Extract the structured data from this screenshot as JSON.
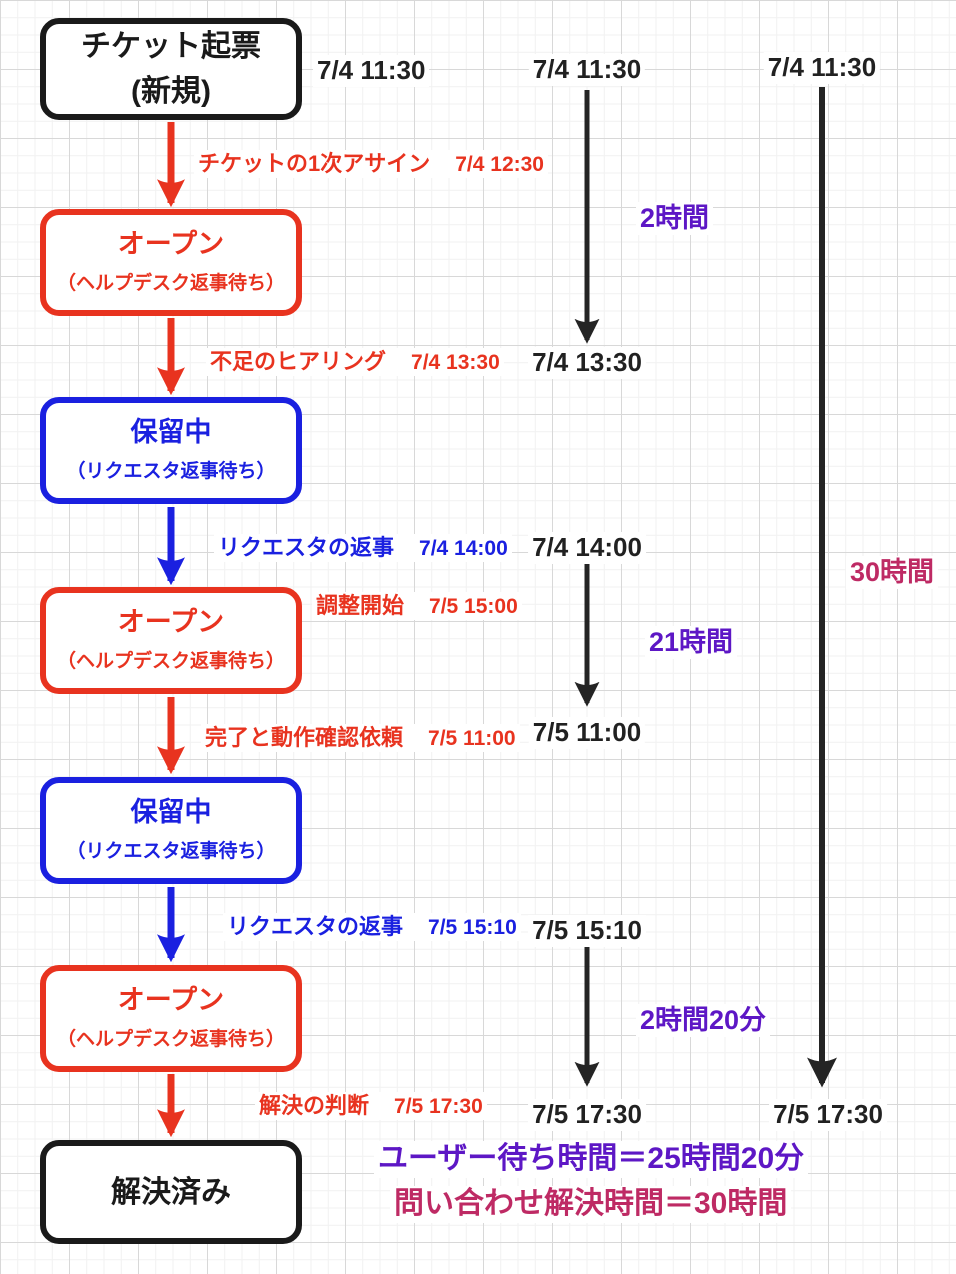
{
  "colors": {
    "red": "#E8331F",
    "blue": "#1A20E0",
    "black": "#1A1A1A",
    "purple": "#5D17C5",
    "magenta": "#BE2A64"
  },
  "flowchart": {
    "start_time_label": "7/4 11:30",
    "nodes": [
      {
        "title": "チケット起票",
        "subtitle": "(新規)",
        "variant": "black"
      },
      {
        "title": "オープン",
        "subtitle": "（ヘルプデスク返事待ち）",
        "variant": "red"
      },
      {
        "title": "保留中",
        "subtitle": "（リクエスタ返事待ち）",
        "variant": "blue"
      },
      {
        "title": "オープン",
        "subtitle": "（ヘルプデスク返事待ち）",
        "variant": "red"
      },
      {
        "title": "保留中",
        "subtitle": "（リクエスタ返事待ち）",
        "variant": "blue"
      },
      {
        "title": "オープン",
        "subtitle": "（ヘルプデスク返事待ち）",
        "variant": "red"
      },
      {
        "title": "解決済み",
        "subtitle": "",
        "variant": "black"
      }
    ],
    "edge_labels": [
      {
        "action": "チケットの1次アサイン",
        "time": "7/4 12:30",
        "color": "red"
      },
      {
        "action": "不足のヒアリング",
        "time": "7/4 13:30",
        "color": "red"
      },
      {
        "action": "リクエスタの返事",
        "time": "7/4 14:00",
        "color": "blue"
      },
      {
        "action": "調整開始",
        "time": "7/5 15:00",
        "color": "red"
      },
      {
        "action": "完了と動作確認依頼",
        "time": "7/5 11:00",
        "color": "red"
      },
      {
        "action": "リクエスタの返事",
        "time": "7/5 15:10",
        "color": "blue"
      },
      {
        "action": "解決の判断",
        "time": "7/5 17:30",
        "color": "red"
      }
    ]
  },
  "user_wait_timeline": {
    "segments": [
      {
        "start": "7/4 11:30",
        "end": "7/4 13:30",
        "duration": "2時間"
      },
      {
        "start": "7/4 14:00",
        "end": "7/5 11:00",
        "duration": "21時間"
      },
      {
        "start": "7/5 15:10",
        "end": "7/5 17:30",
        "duration": "2時間20分"
      }
    ]
  },
  "total_timeline": {
    "start": "7/4 11:30",
    "end": "7/5 17:30",
    "duration": "30時間"
  },
  "summary": {
    "user_wait": "ユーザー待ち時間＝25時間20分",
    "resolution": "問い合わせ解決時間＝30時間"
  }
}
